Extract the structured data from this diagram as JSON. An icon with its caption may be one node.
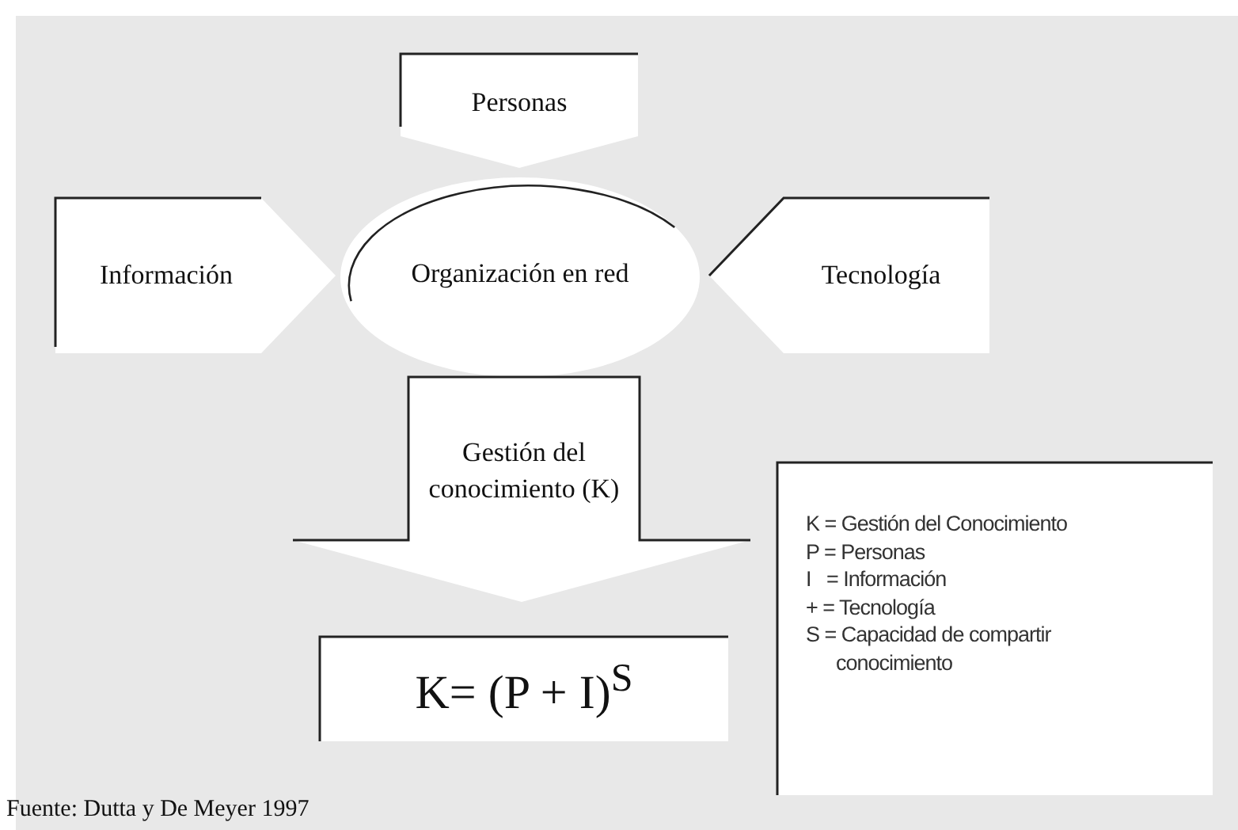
{
  "diagram": {
    "caption": "Fuente: Dutta y De Meyer 1997",
    "nodes": [
      {
        "text": [
          "Personas"
        ]
      },
      {
        "text": [
          "Información"
        ]
      },
      {
        "text": [
          "Organización en red"
        ]
      },
      {
        "text": [
          "Tecnología"
        ]
      },
      {
        "text": [
          "Gestión del conocimiento (K)"
        ]
      },
      {
        "text": [
          "K= (P + I)$^{S}$"
        ]
      },
      {
        "text": [
          "K = Gestión del Conocimiento",
          "P = Personas",
          "I   = Información",
          "+ = Tecnología",
          "S = Capacidad de compartir conocimiento"
        ]
      }
    ]
  }
}
